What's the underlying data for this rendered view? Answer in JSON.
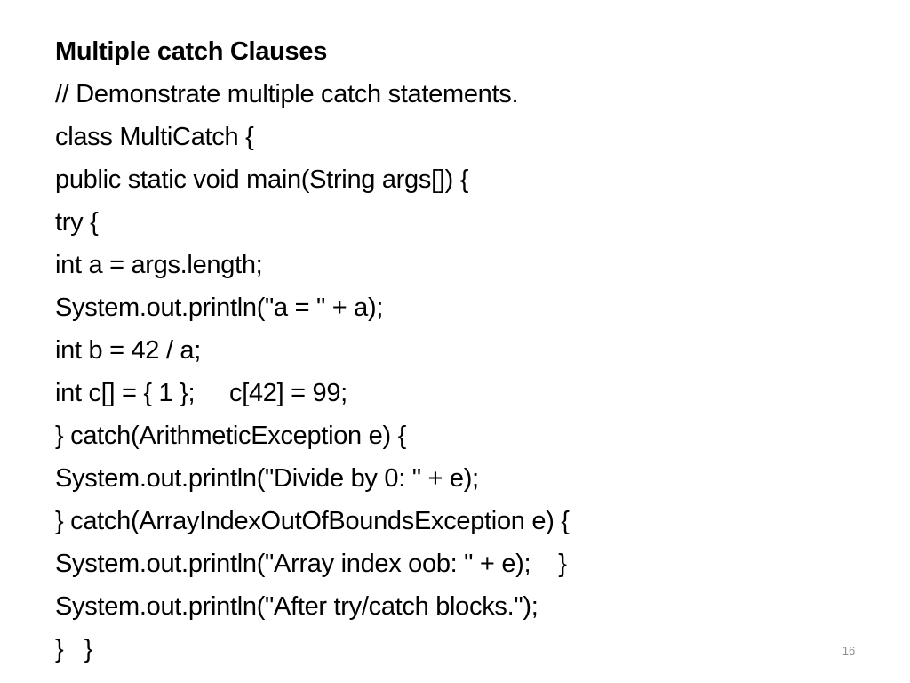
{
  "slide": {
    "title": "Multiple catch Clauses",
    "code_lines": [
      "// Demonstrate multiple catch statements.",
      "class MultiCatch {",
      "public static void main(String args[]) {",
      "try {",
      "int a = args.length;",
      "System.out.println(\"a = \" + a);",
      "int b = 42 / a;",
      "int c[] = { 1 };     c[42] = 99;",
      "} catch(ArithmeticException e) {",
      "System.out.println(\"Divide by 0: \" + e);",
      "} catch(ArrayIndexOutOfBoundsException e) {",
      "System.out.println(\"Array index oob: \" + e);    }",
      "System.out.println(\"After try/catch blocks.\");",
      "}   }"
    ],
    "page_number": "16"
  }
}
